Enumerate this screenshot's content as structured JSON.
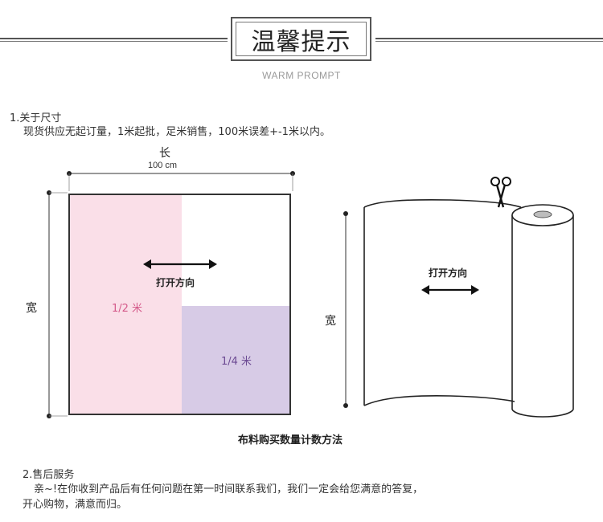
{
  "header": {
    "title": "温馨提示",
    "subtitle": "WARM PROMPT"
  },
  "section1": {
    "heading": "1.关于尺寸",
    "body": "现货供应无起订量，1米起批，足米销售，100米误差+-1米以内。"
  },
  "diagram_left": {
    "length_label": "长",
    "length_value": "100 cm",
    "width_label": "宽",
    "open_direction": "打开方向",
    "half_label": "1/2 米",
    "quarter_label": "1/4 米"
  },
  "diagram_right": {
    "width_label": "宽",
    "open_direction": "打开方向"
  },
  "caption": "布料购买数量计数方法",
  "section2": {
    "heading": "2.售后服务",
    "line1": "亲~!在你收到产品后有任何问题在第一时间联系我们，我们一定会给您满意的答复，",
    "line2": "开心购物，满意而归。"
  },
  "colors": {
    "half_fill": "#fadfe8",
    "quarter_fill": "#d7cbe6",
    "half_text": "#d45a8a",
    "quarter_text": "#6c4a93"
  },
  "icons": [
    "scissors-icon",
    "double-arrow-icon"
  ]
}
